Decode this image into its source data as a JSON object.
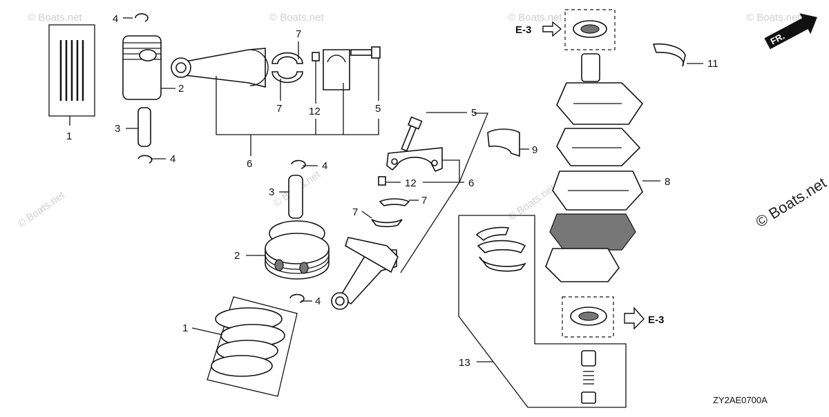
{
  "watermarks": {
    "small": "© Boats.net",
    "large": "© Boats.net"
  },
  "direction": {
    "label": "FR."
  },
  "references": {
    "top": "E-3",
    "bottom": "E-3"
  },
  "callouts": {
    "c1_top": "1",
    "c2_top": "2",
    "c3_top": "3",
    "c4_top_a": "4",
    "c4_top_b": "4",
    "c7_a": "7",
    "c7_b": "7",
    "c12_top": "12",
    "c5_top": "5",
    "c6_top": "6",
    "c5_mid": "5",
    "c9": "9",
    "c11": "11",
    "c8": "8",
    "c4_mid": "4",
    "c3_mid": "3",
    "c12_mid": "12",
    "c6_mid": "6",
    "c7_c": "7",
    "c7_d": "7",
    "c2_mid": "2",
    "c4_low": "4",
    "c1_low": "1",
    "c13": "13"
  },
  "diagram_code": "ZY2AE0700A"
}
